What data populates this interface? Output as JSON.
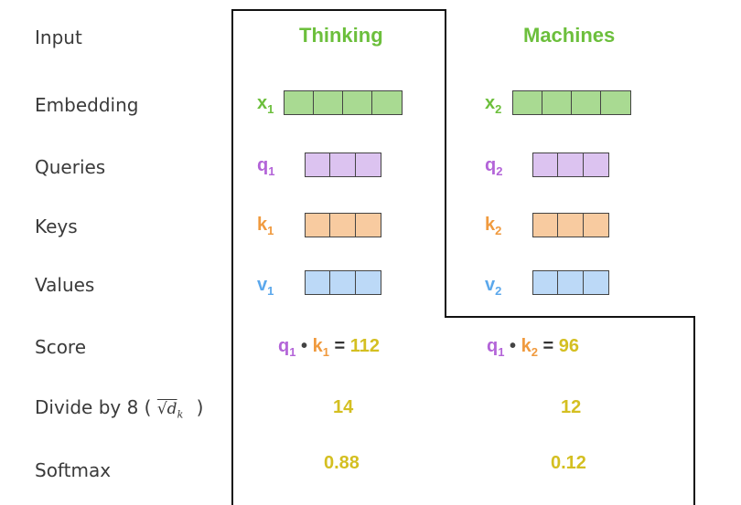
{
  "labels": {
    "input": "Input",
    "embedding": "Embedding",
    "queries": "Queries",
    "keys": "Keys",
    "values": "Values",
    "score": "Score",
    "divide_prefix": "Divide by 8 (",
    "divide_sqrt": "√d",
    "divide_sub": "k",
    "divide_suffix": ")",
    "softmax": "Softmax"
  },
  "words": [
    "Thinking",
    "Machines"
  ],
  "columns": [
    {
      "x": {
        "base": "x",
        "sub": "1"
      },
      "q": {
        "base": "q",
        "sub": "1"
      },
      "k": {
        "base": "k",
        "sub": "1"
      },
      "v": {
        "base": "v",
        "sub": "1"
      },
      "score": {
        "q": "q",
        "q_sub": "1",
        "dot": "•",
        "k": "k",
        "k_sub": "1",
        "eq": "=",
        "value": "112"
      },
      "divided": "14",
      "softmax": "0.88"
    },
    {
      "x": {
        "base": "x",
        "sub": "2"
      },
      "q": {
        "base": "q",
        "sub": "2"
      },
      "k": {
        "base": "k",
        "sub": "2"
      },
      "v": {
        "base": "v",
        "sub": "2"
      },
      "score": {
        "q": "q",
        "q_sub": "1",
        "dot": "•",
        "k": "k",
        "k_sub": "2",
        "eq": "=",
        "value": "96"
      },
      "divided": "12",
      "softmax": "0.12"
    }
  ],
  "colors": {
    "green": "#6cbf3c",
    "green_fill": "#a9da92",
    "purple": "#b364d8",
    "purple_fill": "#dcc3f0",
    "orange": "#f09a3e",
    "orange_fill": "#f8cba0",
    "blue": "#5ba8ec",
    "blue_fill": "#bcd9f7",
    "yellow": "#d4bf21"
  }
}
